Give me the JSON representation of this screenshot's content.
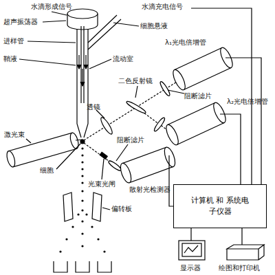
{
  "diagram": {
    "nodes": [
      {
        "text": [
          "计算机 和 系统电子仪器"
        ]
      }
    ],
    "labels": [
      "水滴形成信号",
      "水滴充电信号",
      "超声振荡器",
      "细胞悬液",
      "进样管",
      "鞘液",
      "流动室",
      "二色反射镜",
      "λ₁光电倍增管",
      "阻断滤片",
      "λ₂光电倍增管",
      "透镜",
      "激光束",
      "细胞",
      "阻断滤片",
      "光束光闸",
      "散射光检测器",
      "偏转板",
      "显示器",
      "绘图和打印机"
    ]
  }
}
